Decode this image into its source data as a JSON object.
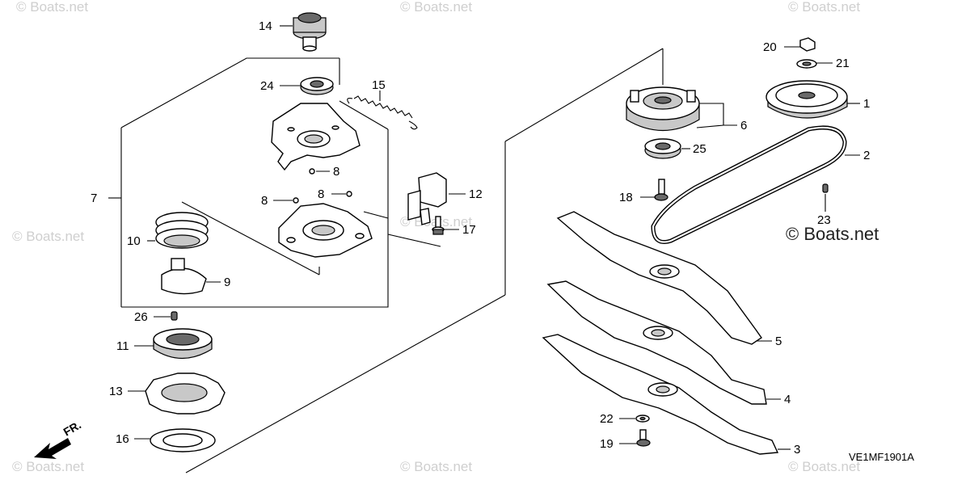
{
  "diagram": {
    "code": "VE1MF1901A",
    "orientation_marker": "FR.",
    "watermark": "© Boats.net",
    "watermark_main": "© Boats.net",
    "callouts": [
      {
        "id": "c1",
        "label": "1"
      },
      {
        "id": "c2",
        "label": "2"
      },
      {
        "id": "c3",
        "label": "3"
      },
      {
        "id": "c4",
        "label": "4"
      },
      {
        "id": "c5",
        "label": "5"
      },
      {
        "id": "c6",
        "label": "6"
      },
      {
        "id": "c7",
        "label": "7"
      },
      {
        "id": "c8a",
        "label": "8"
      },
      {
        "id": "c8b",
        "label": "8"
      },
      {
        "id": "c8c",
        "label": "8"
      },
      {
        "id": "c9",
        "label": "9"
      },
      {
        "id": "c10",
        "label": "10"
      },
      {
        "id": "c11",
        "label": "11"
      },
      {
        "id": "c12",
        "label": "12"
      },
      {
        "id": "c13",
        "label": "13"
      },
      {
        "id": "c14",
        "label": "14"
      },
      {
        "id": "c15",
        "label": "15"
      },
      {
        "id": "c16",
        "label": "16"
      },
      {
        "id": "c17",
        "label": "17"
      },
      {
        "id": "c18",
        "label": "18"
      },
      {
        "id": "c19",
        "label": "19"
      },
      {
        "id": "c20",
        "label": "20"
      },
      {
        "id": "c21",
        "label": "21"
      },
      {
        "id": "c22",
        "label": "22"
      },
      {
        "id": "c23",
        "label": "23"
      },
      {
        "id": "c24",
        "label": "24"
      },
      {
        "id": "c25",
        "label": "25"
      },
      {
        "id": "c26",
        "label": "26"
      }
    ]
  }
}
